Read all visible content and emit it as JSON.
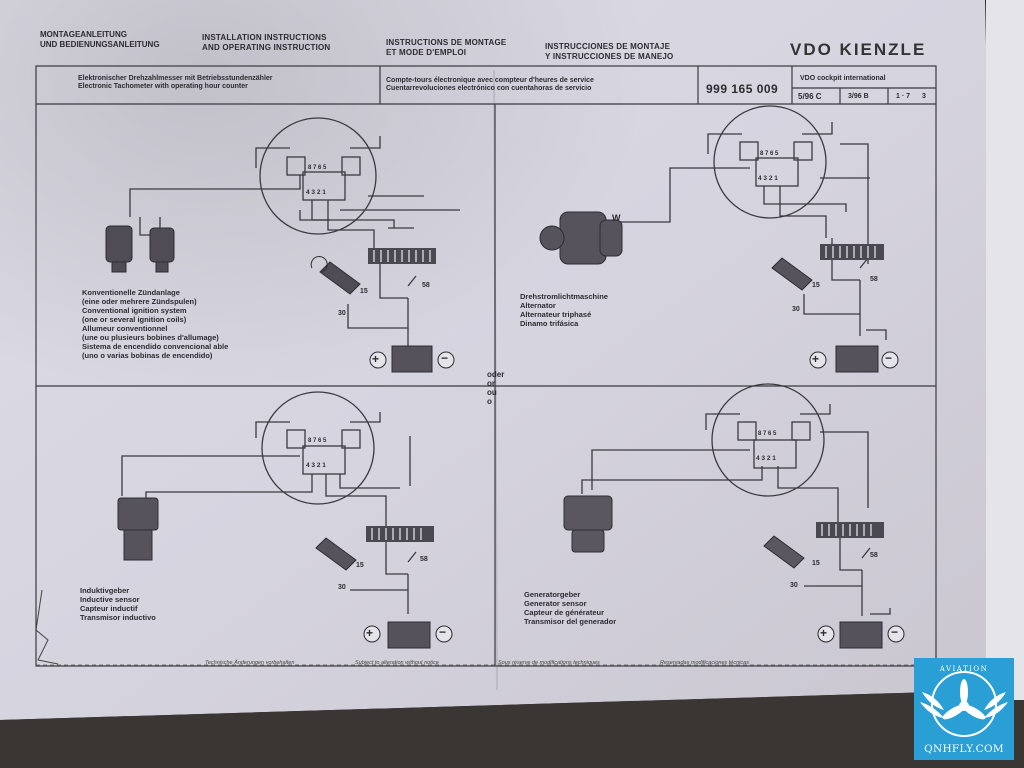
{
  "header": {
    "de": [
      "MONTAGEANLEITUNG",
      "UND BEDIENUNGSANLEITUNG"
    ],
    "en": [
      "INSTALLATION INSTRUCTIONS",
      "AND OPERATING INSTRUCTION"
    ],
    "fr": [
      "INSTRUCTIONS DE MONTAGE",
      "ET MODE D'EMPLOI"
    ],
    "es": [
      "INSTRUCCIONES DE MONTAJE",
      "Y INSTRUCCIONES DE MANEJO"
    ],
    "brand": "VDO KIENZLE"
  },
  "title_row": {
    "left": [
      "Elektronischer Drehzahlmesser mit Betriebsstundenzähler",
      "Electronic Tachometer with operating hour counter"
    ],
    "middle": [
      "Compte-tours électronique avec compteur d'heures de service",
      "Cuentarrevoluciones electrónico con cuentahoras de servicio"
    ],
    "part_no": "999 165 009",
    "series": "VDO cockpit international",
    "version": "5/96 C",
    "date": "3/96 B",
    "pages": "1 · 7",
    "page": "3"
  },
  "diagrams": {
    "terminals_top": "8 7 6 5",
    "terminals_bottom": "4 3 2 1",
    "label_15": "15",
    "label_30": "30",
    "label_58": "58",
    "label_w": "W",
    "plus": "+",
    "minus": "−"
  },
  "captions": {
    "tl": [
      "Konventionelle Zündanlage",
      "(eine oder mehrere Zündspulen)",
      "Conventional ignition system",
      "(one or several ignition coils)",
      "Allumeur conventionnel",
      "(une ou plusieurs bobines d'allumage)",
      "Sistema de encendido convencional able",
      "(uno o varias bobinas de encendido)"
    ],
    "tr": [
      "Drehstromlichtmaschine",
      "Alternator",
      "Alternateur triphasé",
      "Dinamo trifásica"
    ],
    "bl": [
      "Induktivgeber",
      "Inductive sensor",
      "Capteur inductif",
      "Transmisor inductivo"
    ],
    "br": [
      "Generatorgeber",
      "Generator sensor",
      "Capteur de générateur",
      "Transmisor del generador"
    ]
  },
  "middle_text": [
    "oder",
    "or",
    "ou",
    "o"
  ],
  "footer": [
    "Technische Änderungen vorbehalten",
    "Subject to alteration without notice",
    "Sous réserve de modifications techniques",
    "Reservadas modificaciones técnicas"
  ],
  "logo": {
    "top": "AVIATION",
    "bottom": "QNHFLY.COM"
  }
}
